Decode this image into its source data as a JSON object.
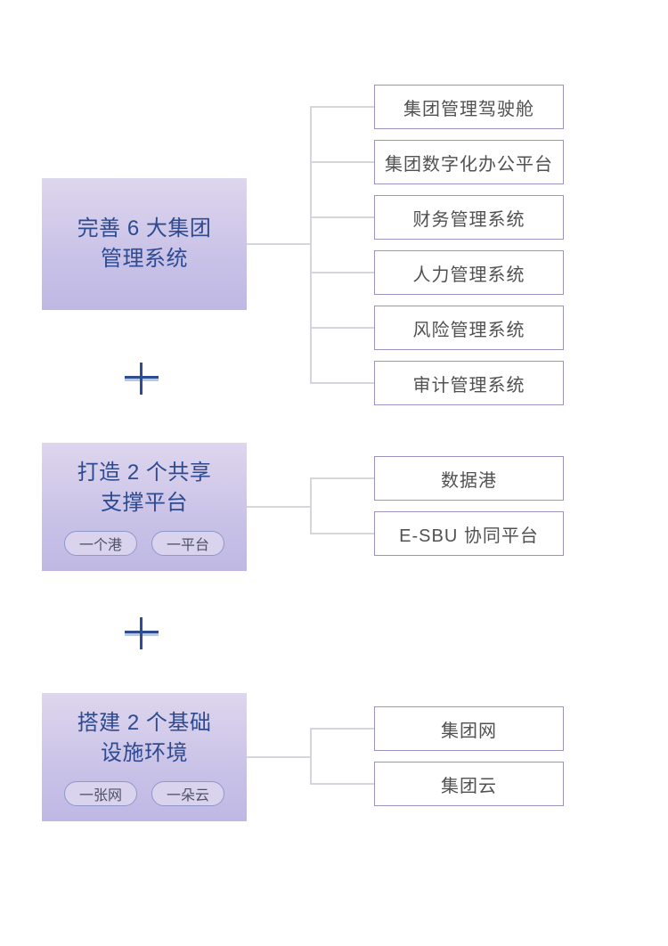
{
  "diagram": {
    "groups": [
      {
        "title_line1": "完善 6 大集团",
        "title_line2": "管理系统",
        "pills": [],
        "items": [
          "集团管理驾驶舱",
          "集团数字化办公平台",
          "财务管理系统",
          "人力管理系统",
          "风险管理系统",
          "审计管理系统"
        ]
      },
      {
        "title_line1": "打造 2 个共享",
        "title_line2": "支撑平台",
        "pills": [
          "一个港",
          "一平台"
        ],
        "items": [
          "数据港",
          "E-SBU 协同平台"
        ]
      },
      {
        "title_line1": "搭建 2 个基础",
        "title_line2": "设施环境",
        "pills": [
          "一张网",
          "一朵云"
        ],
        "items": [
          "集团网",
          "集团云"
        ]
      }
    ],
    "separator_icon": "plus-icon",
    "colors": {
      "group_gradient_top": "#ded6ed",
      "group_gradient_bottom": "#bfb8e4",
      "group_title_text": "#2e4a90",
      "item_border": "#9b94c2",
      "item_text": "#515151",
      "pill_background": "#d9d3ee",
      "pill_border": "#8f99c9",
      "pill_text": "#4f5066",
      "connector_line": "#d7d5dc",
      "plus_primary": "#2f4d8e",
      "plus_shadow": "#b4c9e4",
      "canvas_background": "#ffffff"
    }
  }
}
